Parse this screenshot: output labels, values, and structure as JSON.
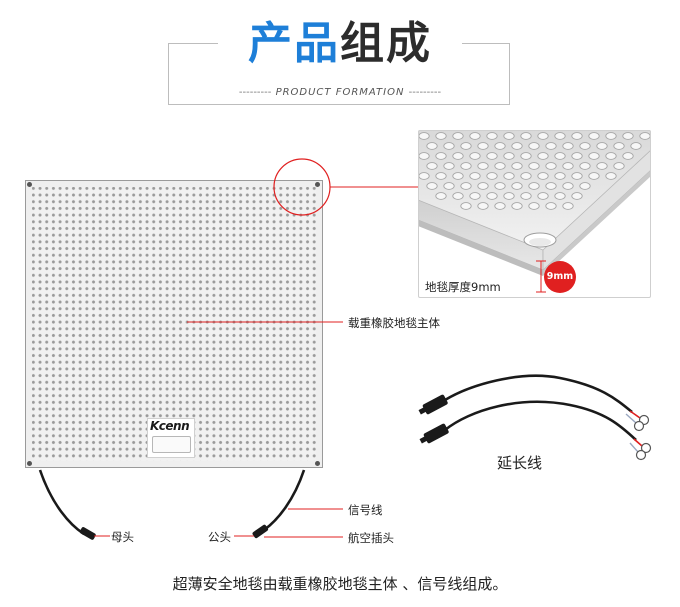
{
  "header": {
    "title_accent": "产品",
    "title_rest": "组成",
    "subtitle": "PRODUCT FORMATION",
    "subtitle_dash_left": "---------",
    "subtitle_dash_right": "---------"
  },
  "mat": {
    "brand": "Kcenn"
  },
  "detail": {
    "thickness_label": "地毯厚度9mm",
    "thickness_badge": "9mm"
  },
  "labels": {
    "body": "载重橡胶地毯主体",
    "signal_wire": "信号线",
    "female_head": "母头",
    "male_head": "公头",
    "aviation_plug": "航空插头",
    "extension_cable": "延长线"
  },
  "caption": "超薄安全地毯由载重橡胶地毯主体 、信号线组成。",
  "colors": {
    "accent_blue": "#1e7fd8",
    "callout_red": "#e02020"
  },
  "icons": [
    "screw-icon",
    "aviation-connector-icon",
    "ring-terminal-icon"
  ]
}
